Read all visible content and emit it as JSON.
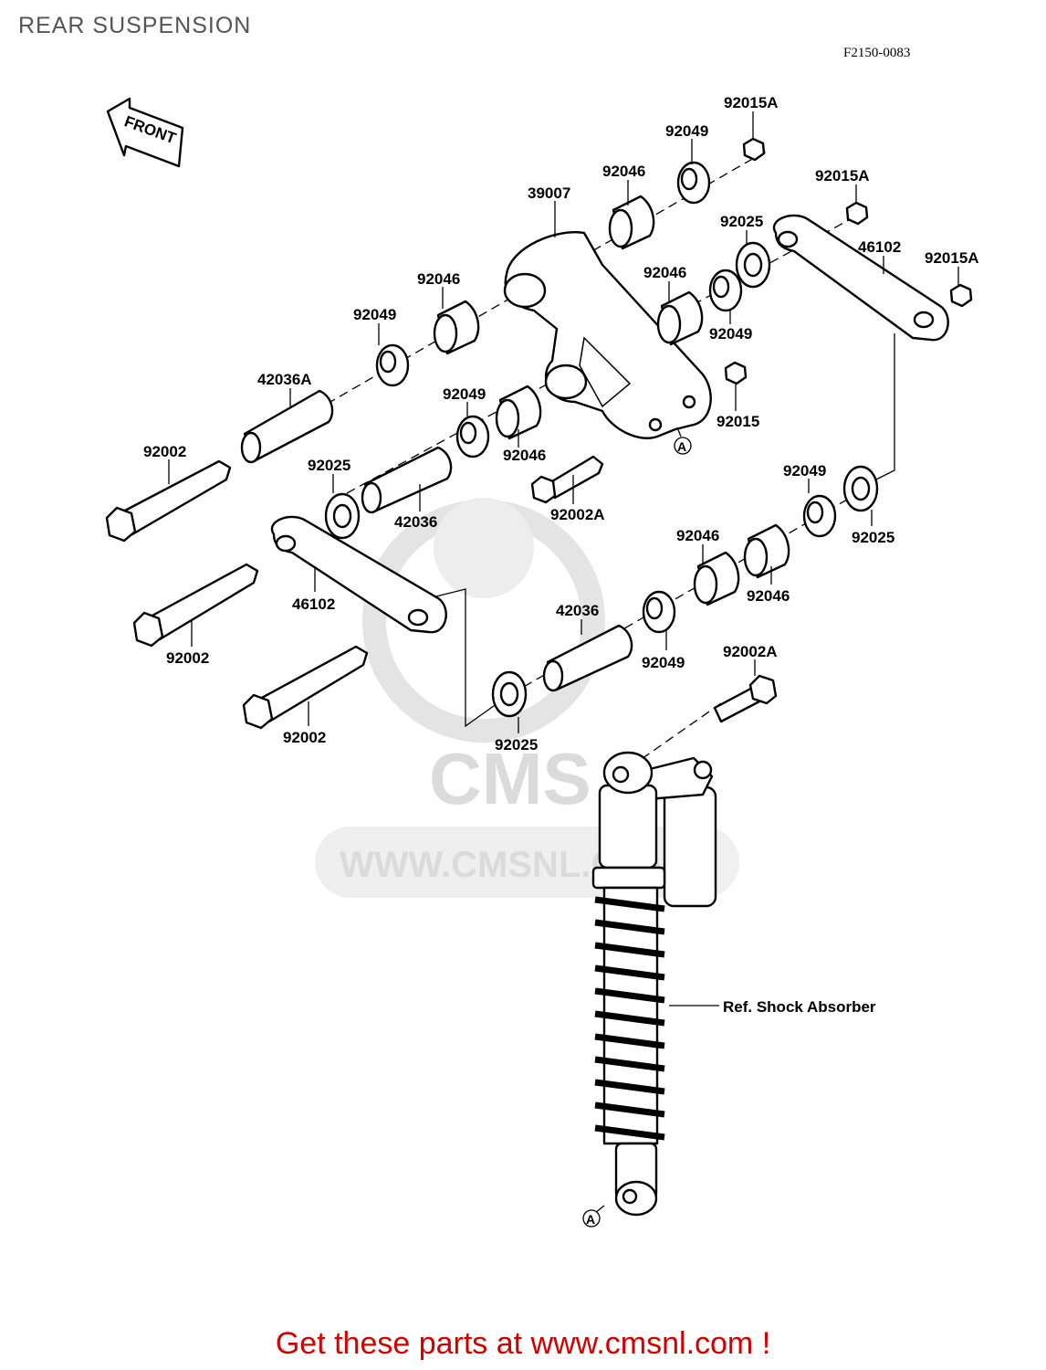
{
  "header": {
    "title": "REAR SUSPENSION",
    "drawing_code": "F2150-0083"
  },
  "front_arrow_label": "FRONT",
  "watermark": {
    "text": "WWW.CMSNL.COM",
    "logo": "CMS"
  },
  "part_labels": {
    "p92015A_top": "92015A",
    "p92049_top": "92049",
    "p92046_top": "92046",
    "p39007": "39007",
    "p92015A_right": "92015A",
    "p92025_right": "92025",
    "p46102_right": "46102",
    "p92015A_far": "92015A",
    "p92046_mid_right": "92046",
    "p92049_mid_right": "92049",
    "p92046_left": "92046",
    "p92049_left": "92049",
    "p42036A": "42036A",
    "p92049_center": "92049",
    "p92046_center": "92046",
    "p92015": "92015",
    "p92002_top": "92002",
    "p92025_left": "92025",
    "p42036_left": "42036",
    "p92002A_center": "92002A",
    "p92049_right_low": "92049",
    "p92025_right_low": "92025",
    "p92046_low_a": "92046",
    "p92046_low_b": "92046",
    "p46102_left": "46102",
    "p92002_mid": "92002",
    "p42036_center": "42036",
    "p92049_low": "92049",
    "p92002A_low": "92002A",
    "p92002_low": "92002",
    "p92025_low": "92025",
    "ref_shock": "Ref. Shock Absorber",
    "marker_a_top": "A",
    "marker_a_bottom": "A"
  },
  "footer": {
    "cta": "Get these parts at www.cmsnl.com !"
  },
  "colors": {
    "footer_text": "#d40000",
    "title_text": "#555555",
    "watermark": "#d8d8d8",
    "line_art": "#000000"
  }
}
